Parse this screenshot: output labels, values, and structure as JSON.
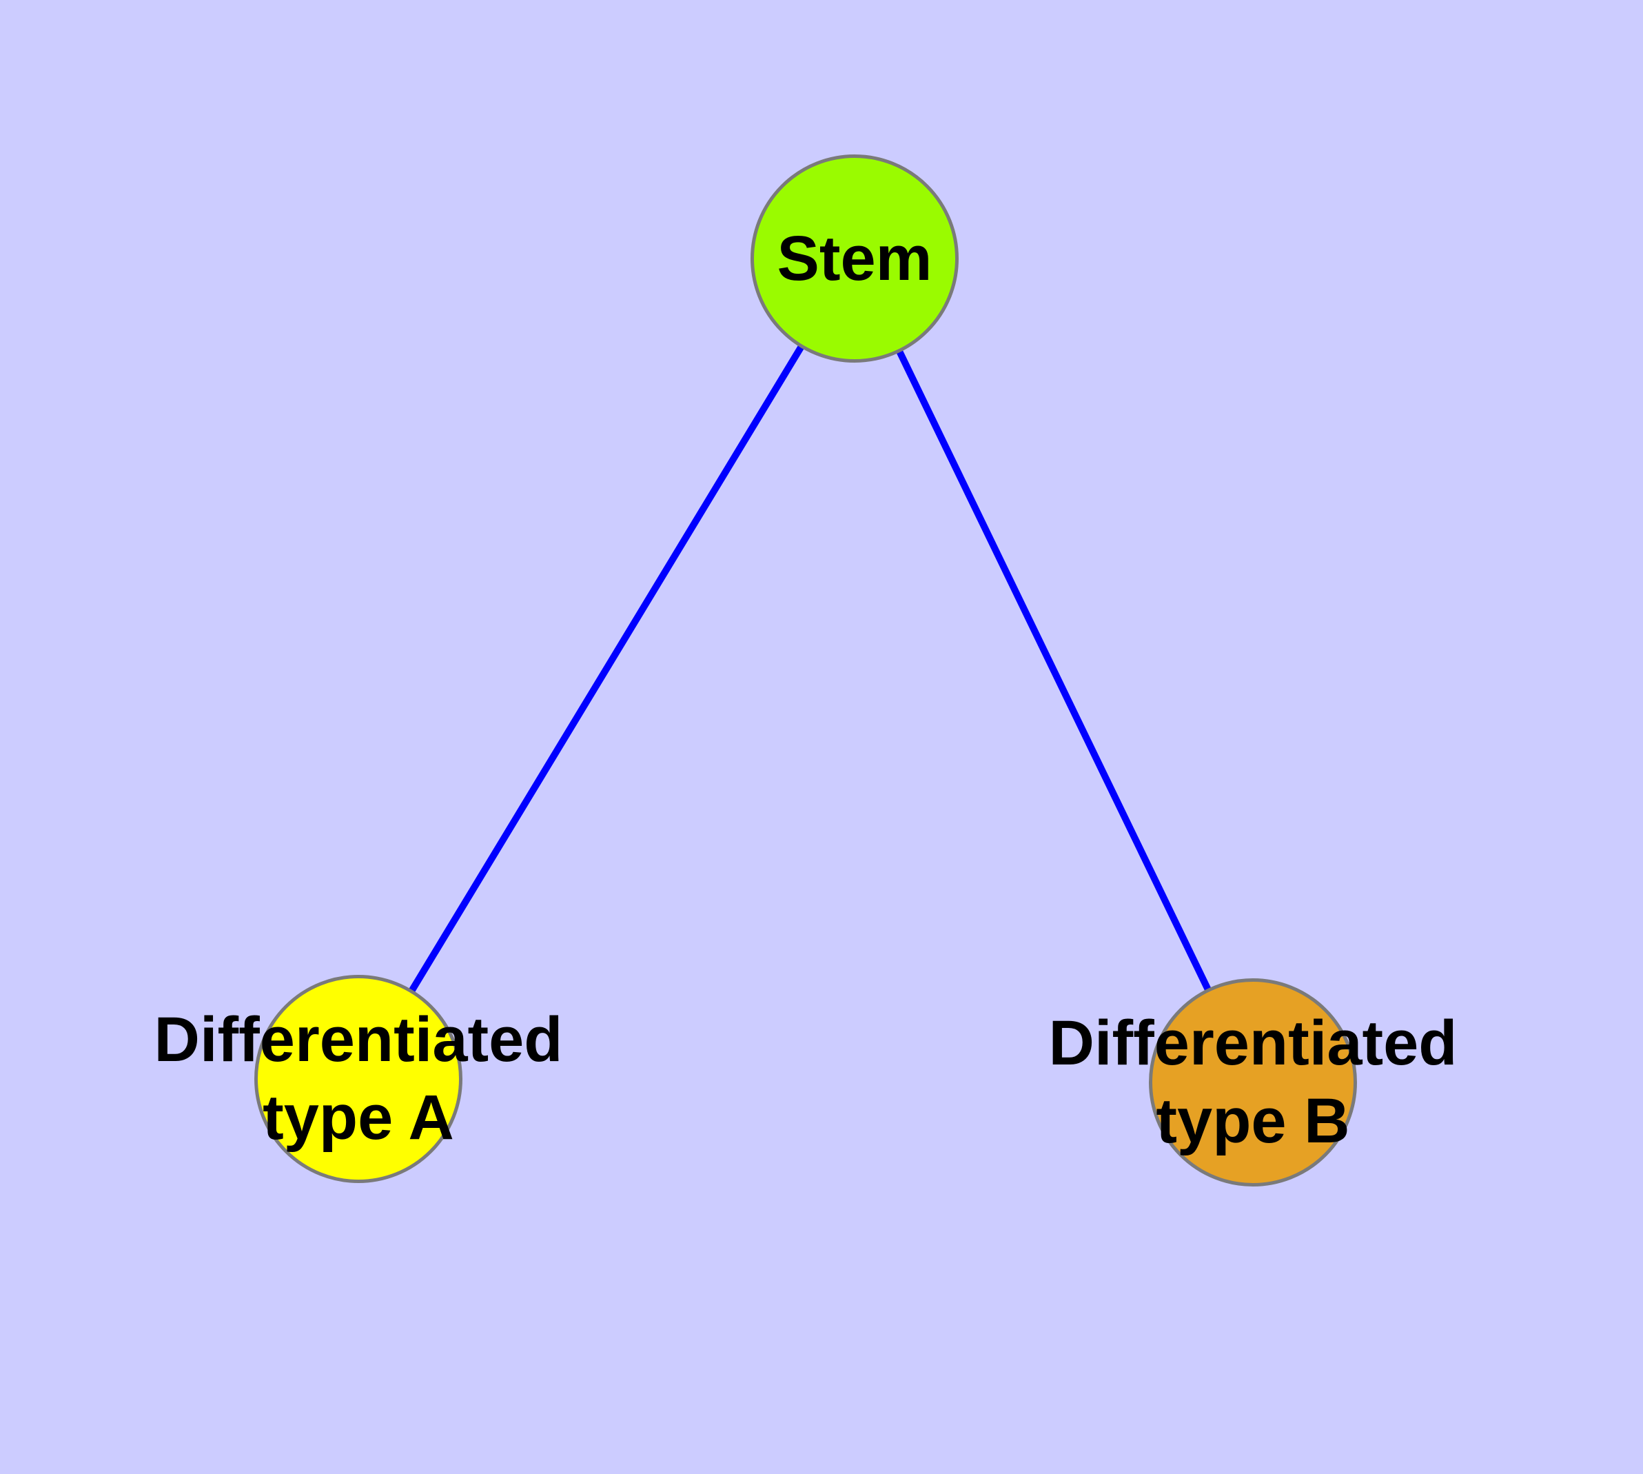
{
  "diagram": {
    "type": "graph",
    "description": "Cell differentiation hierarchy: one stem node connected to two differentiated cell type nodes",
    "colors": {
      "background": "#CCCCFF",
      "edge": "#0000FF",
      "node_border": "#7A7A7A",
      "label_text": "#000000",
      "stem_fill": "#9AFB00",
      "type_a_fill": "#FFFF00",
      "type_b_fill": "#E6A124"
    },
    "nodes": [
      {
        "id": "stem",
        "label_lines": [
          "Stem"
        ]
      },
      {
        "id": "diff-a",
        "label_lines": [
          "Differentiated",
          "type A"
        ]
      },
      {
        "id": "diff-b",
        "label_lines": [
          "Differentiated",
          "type B"
        ]
      }
    ],
    "edges": [
      {
        "from": "stem",
        "to": "diff-a"
      },
      {
        "from": "stem",
        "to": "diff-b"
      }
    ]
  }
}
